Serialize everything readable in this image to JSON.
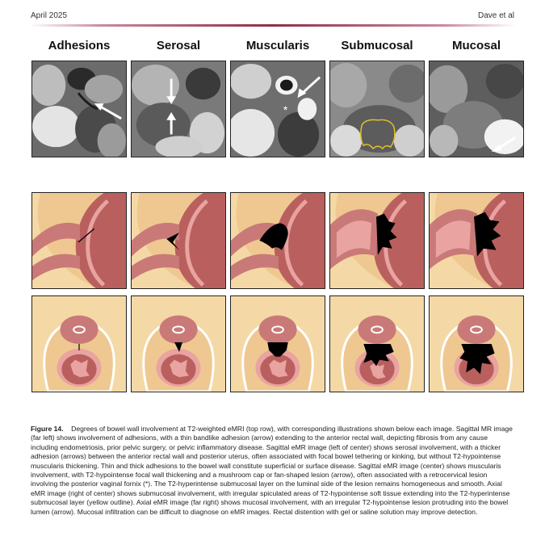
{
  "running_head": {
    "left": "April 2025",
    "right": "Dave et al"
  },
  "columns": [
    {
      "label": "Adhesions"
    },
    {
      "label": "Serosal"
    },
    {
      "label": "Muscularis"
    },
    {
      "label": "Submucosal"
    },
    {
      "label": "Mucosal"
    }
  ],
  "mri_annotations": {
    "asterisk": "*"
  },
  "figure": {
    "label": "Figure 14.",
    "caption": "Degrees of bowel wall involvement at T2-weighted eMRI (top row), with corresponding illustrations shown below each image. Sagittal MR image (far left) shows involvement of adhesions, with a thin bandlike adhesion (arrow) extending to the anterior rectal wall, depicting fibrosis from any cause including endometriosis, prior pelvic surgery, or pelvic inflammatory disease. Sagittal eMR image (left of center) shows serosal involvement, with a thicker adhesion (arrows) between the anterior rectal wall and posterior uterus, often associated with focal bowel tethering or kinking, but without T2-hypointense muscularis thickening. Thin and thick adhesions to the bowel wall constitute superficial or surface disease. Sagittal eMR image (center) shows muscularis involvement, with T2-hypointense focal wall thickening and a mushroom cap or fan-shaped lesion (arrow), often associated with a retrocervical lesion involving the posterior vaginal fornix (*). The T2-hyperintense submucosal layer on the luminal side of the lesion remains homogeneous and smooth. Axial eMR image (right of center) shows submucosal involvement, with irregular spiculated areas of T2-hypointense soft tissue extending into the T2-hyperintense submucosal layer (yellow outline). Axial eMR image (far right) shows mucosal involvement, with an irregular T2-hypointense lesion protruding into the bowel lumen (arrow). Mucosal infiltration can be difficult to diagnose on eMR images. Rectal distention with gel or saline solution may improve detection."
  },
  "colors": {
    "tissue_bg": "#f4d9a6",
    "uterus": "#c97a78",
    "bowel": "#b9605f",
    "lesion": "#000000",
    "submucosal_outline": "#e2c12a"
  }
}
